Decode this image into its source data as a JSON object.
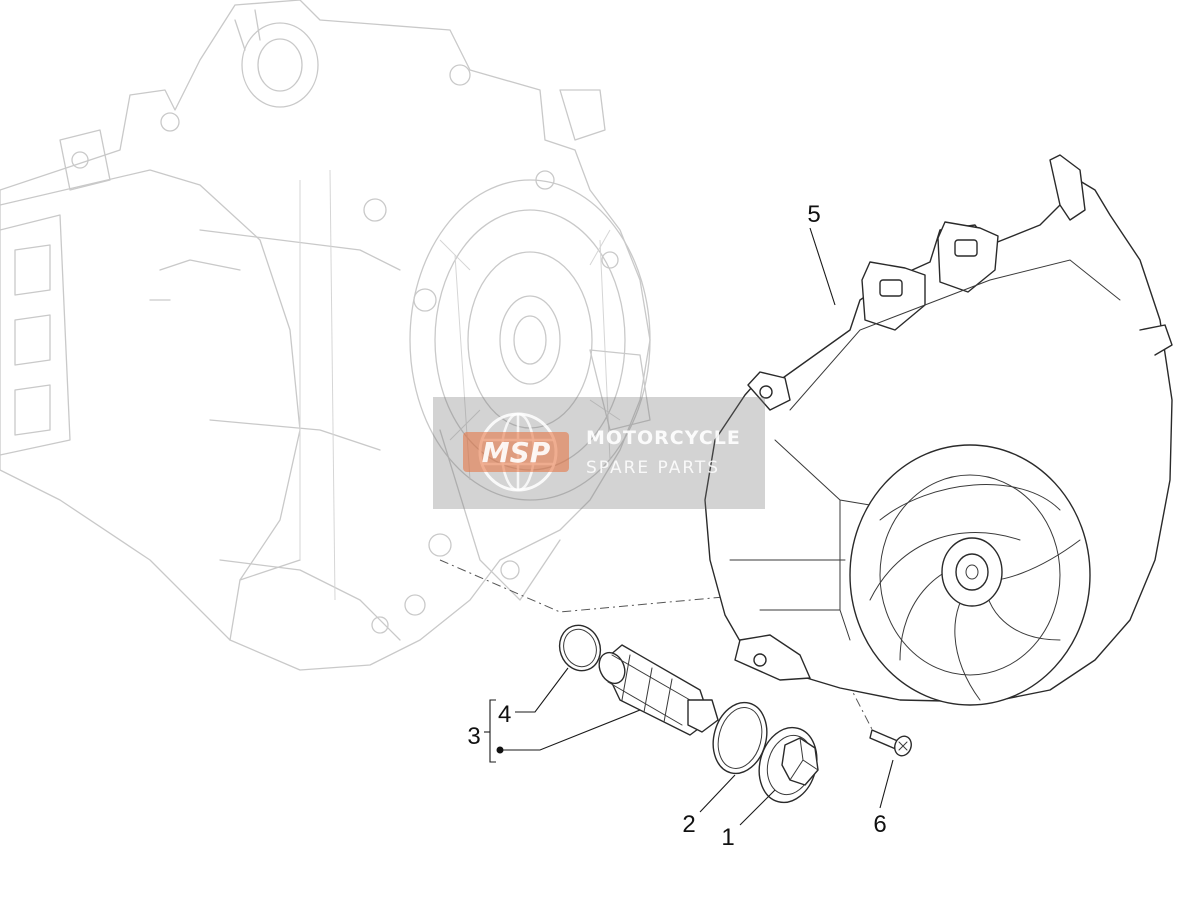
{
  "callouts": {
    "item_1": "1",
    "item_2": "2",
    "item_3": "3",
    "item_4": "4",
    "item_5": "5",
    "item_6": "6"
  },
  "watermark": {
    "logo_text": "MSP",
    "title": "MOTORCYCLE",
    "subtitle": "SPARE PARTS",
    "accent_color": "#e8703a"
  }
}
